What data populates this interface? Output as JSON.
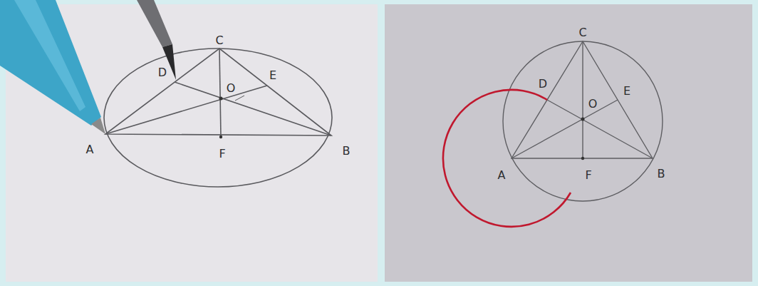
{
  "diagram": {
    "labels": [
      "C",
      "D",
      "E",
      "O",
      "A",
      "F",
      "B",
      "C",
      "D",
      "E",
      "O",
      "A",
      "F",
      "B"
    ]
  }
}
